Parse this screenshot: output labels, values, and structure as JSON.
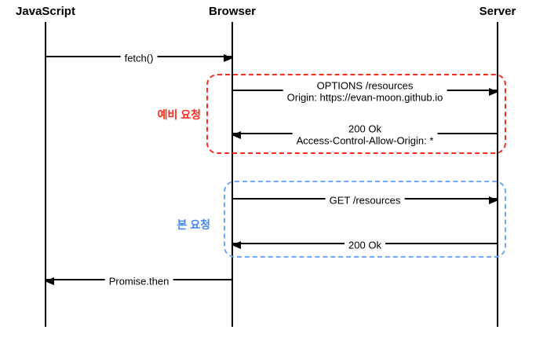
{
  "diagram_type": "sequence-diagram",
  "colors": {
    "line": "#000000",
    "preflight_red": "#fa2b1d",
    "main_blue_border": "#6fa8f5",
    "main_blue_text": "#4285f4",
    "background": "#ffffff"
  },
  "actors": [
    {
      "label": "JavaScript"
    },
    {
      "label": "Browser"
    },
    {
      "label": "Server"
    }
  ],
  "messages": [
    {
      "from": "JavaScript",
      "to": "Browser",
      "line1": "fetch()"
    },
    {
      "from": "Browser",
      "to": "Server",
      "line1": "OPTIONS /resources",
      "line2": "Origin: https://evan-moon.github.io"
    },
    {
      "from": "Server",
      "to": "Browser",
      "line1": "200 Ok",
      "line2": "Access-Control-Allow-Origin: *"
    },
    {
      "from": "Browser",
      "to": "Server",
      "line1": "GET /resources"
    },
    {
      "from": "Server",
      "to": "Browser",
      "line1": "200 Ok"
    },
    {
      "from": "Browser",
      "to": "JavaScript",
      "line1": "Promise.then"
    }
  ],
  "groups": [
    {
      "label": "예비 요청",
      "color": "#fa2b1d",
      "contains": [
        "OPTIONS /resources",
        "200 Ok"
      ]
    },
    {
      "label": "본 요청",
      "color": "#4285f4",
      "contains": [
        "GET /resources",
        "200 Ok"
      ]
    }
  ]
}
